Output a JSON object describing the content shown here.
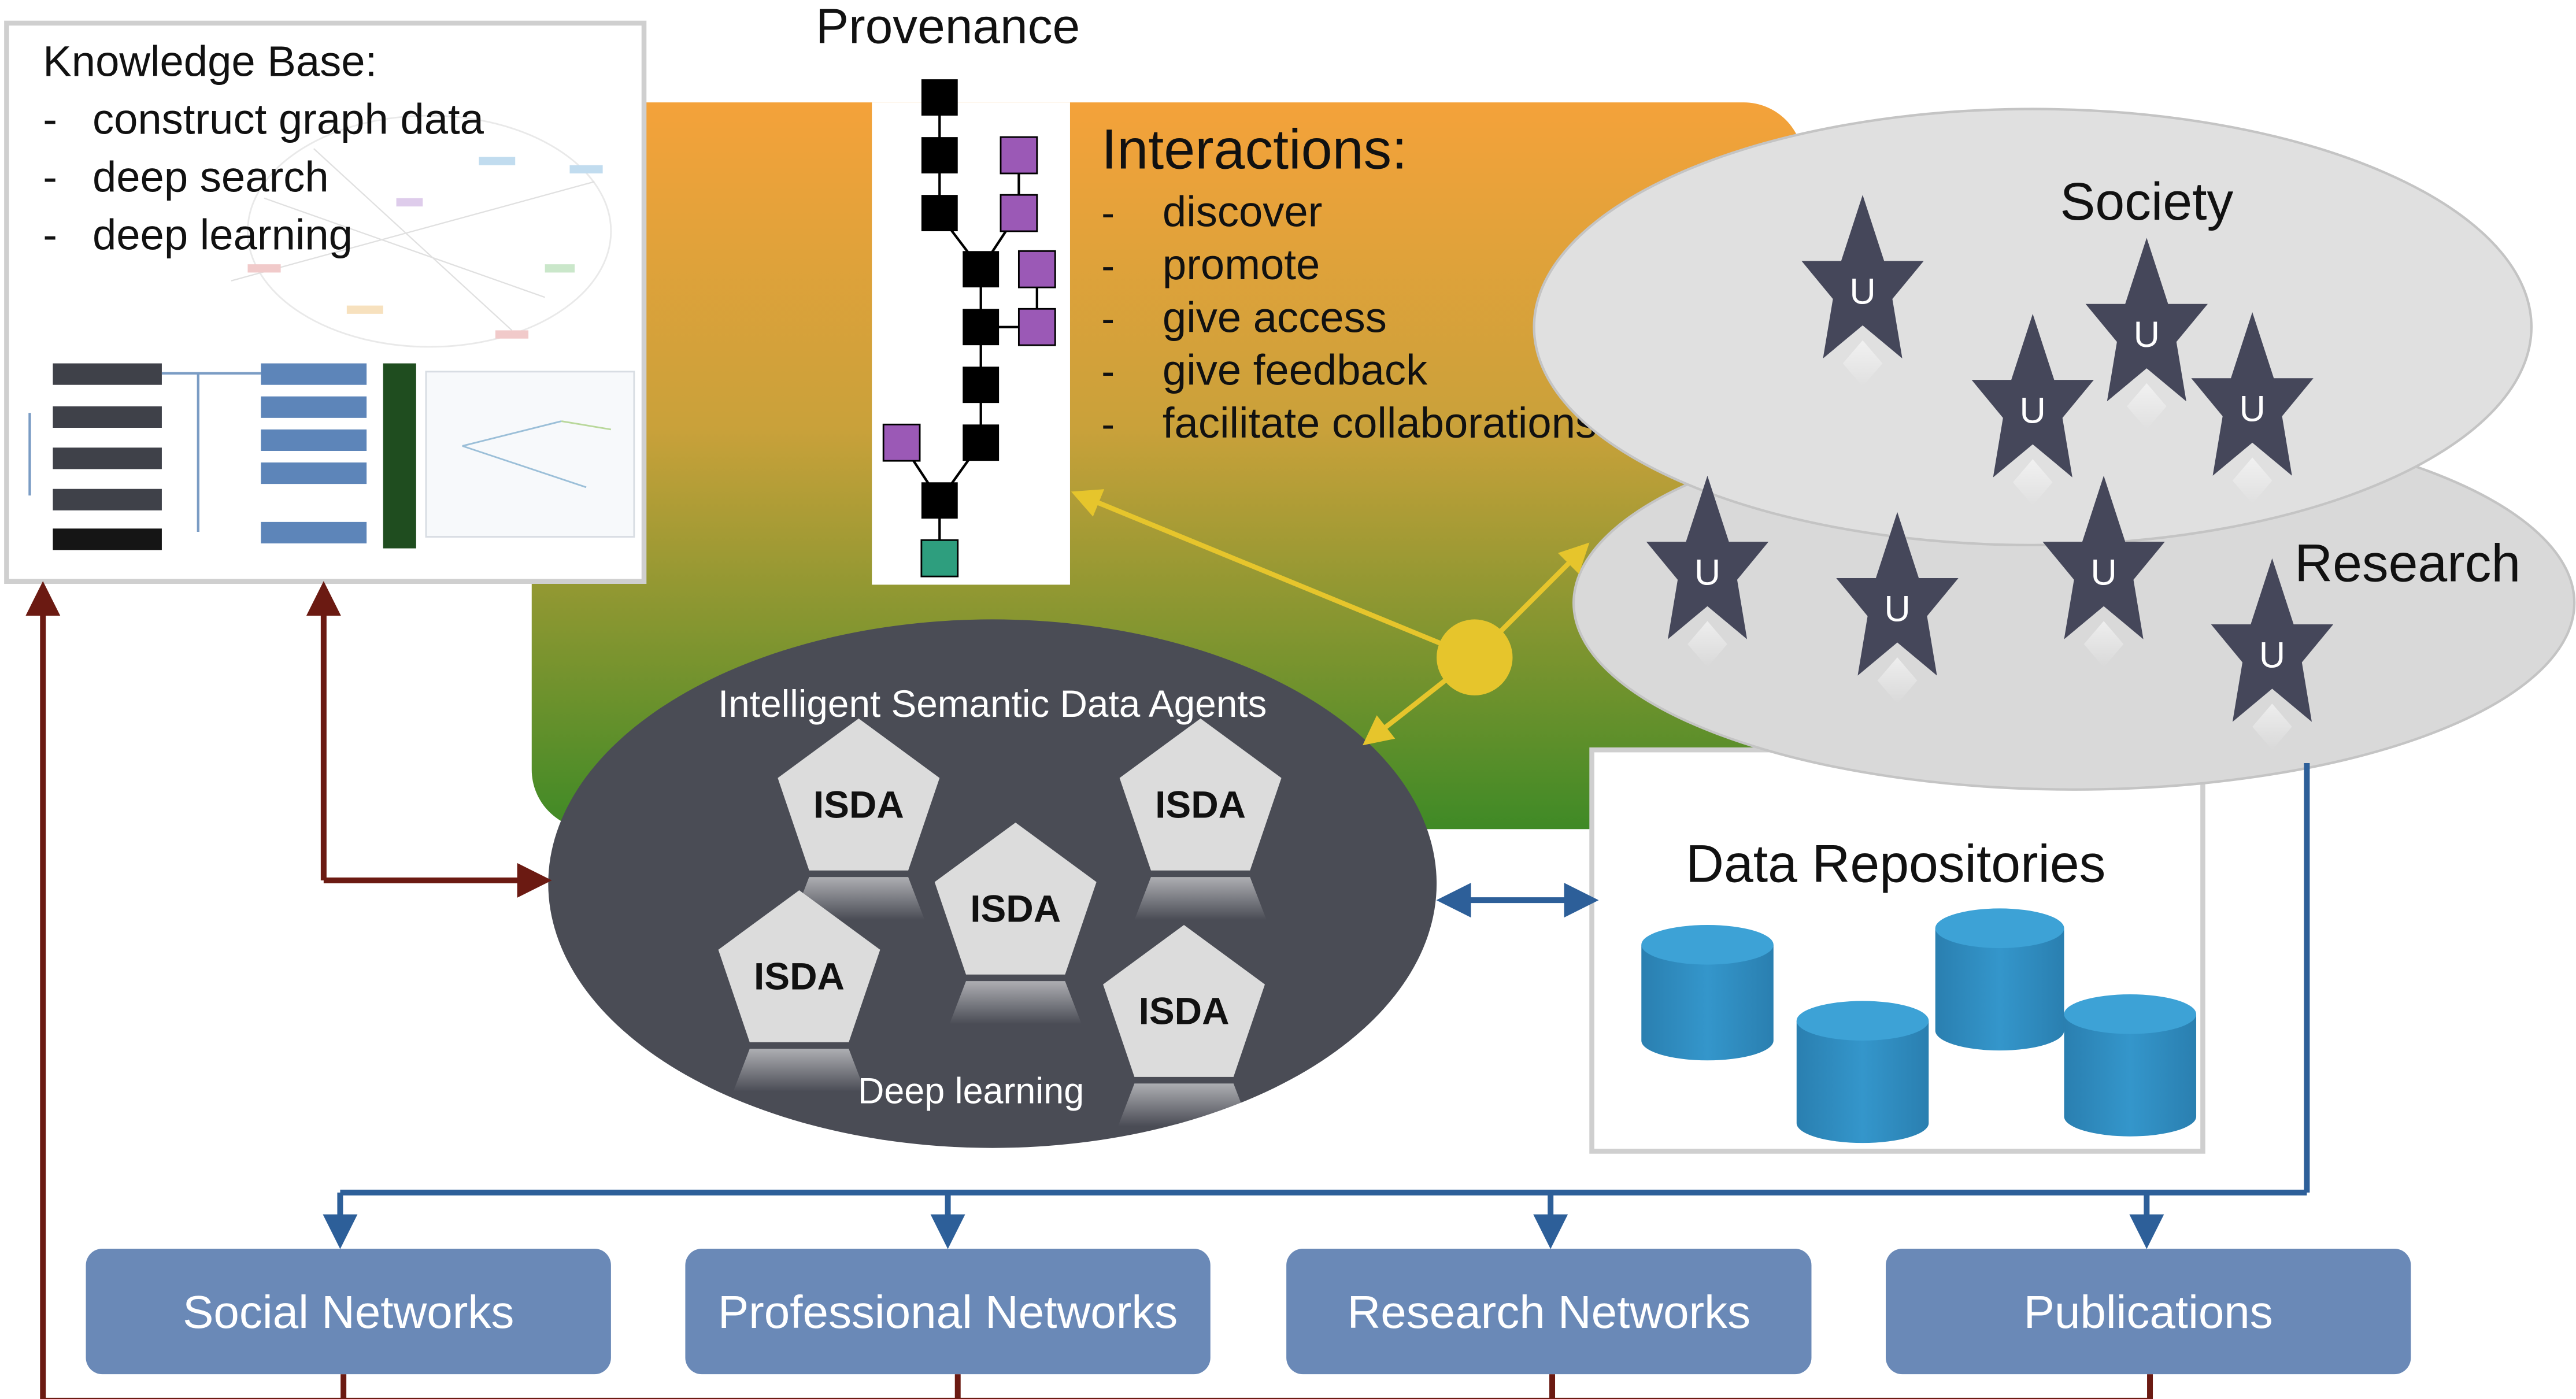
{
  "knowledge_base": {
    "title": "Knowledge Base:",
    "items": [
      "construct graph data",
      "deep search",
      "deep learning"
    ]
  },
  "provenance": {
    "title": "Provenance"
  },
  "interactions": {
    "title": "Interactions:",
    "items": [
      "discover",
      "promote",
      "give access",
      "give feedback",
      "facilitate collaborations"
    ]
  },
  "society": {
    "label": "Society",
    "user_label": "U"
  },
  "research": {
    "label": "Research",
    "user_label": "U"
  },
  "agents": {
    "label": "Intelligent Semantic Data Agents",
    "sublabel": "Deep learning",
    "agent_label": "ISDA"
  },
  "repositories": {
    "label": "Data Repositories"
  },
  "networks": [
    "Social Networks",
    "Professional Networks",
    "Research Networks",
    "Publications"
  ],
  "colors": {
    "gradient_top": "#f4a23a",
    "gradient_bottom": "#3f8a26",
    "ellipse_gray": "#dcdcdc",
    "agent_ellipse": "#4a4c55",
    "network_box": "#6a89b7",
    "cylinder": "#2f8cbf",
    "yellow": "#e6c52c",
    "dark_red": "#6b1a12",
    "blue_line": "#2d5f99"
  },
  "icons": [
    "star-user-icon",
    "pentagon-agent-icon",
    "database-cylinder-icon",
    "hub-node-icon"
  ]
}
